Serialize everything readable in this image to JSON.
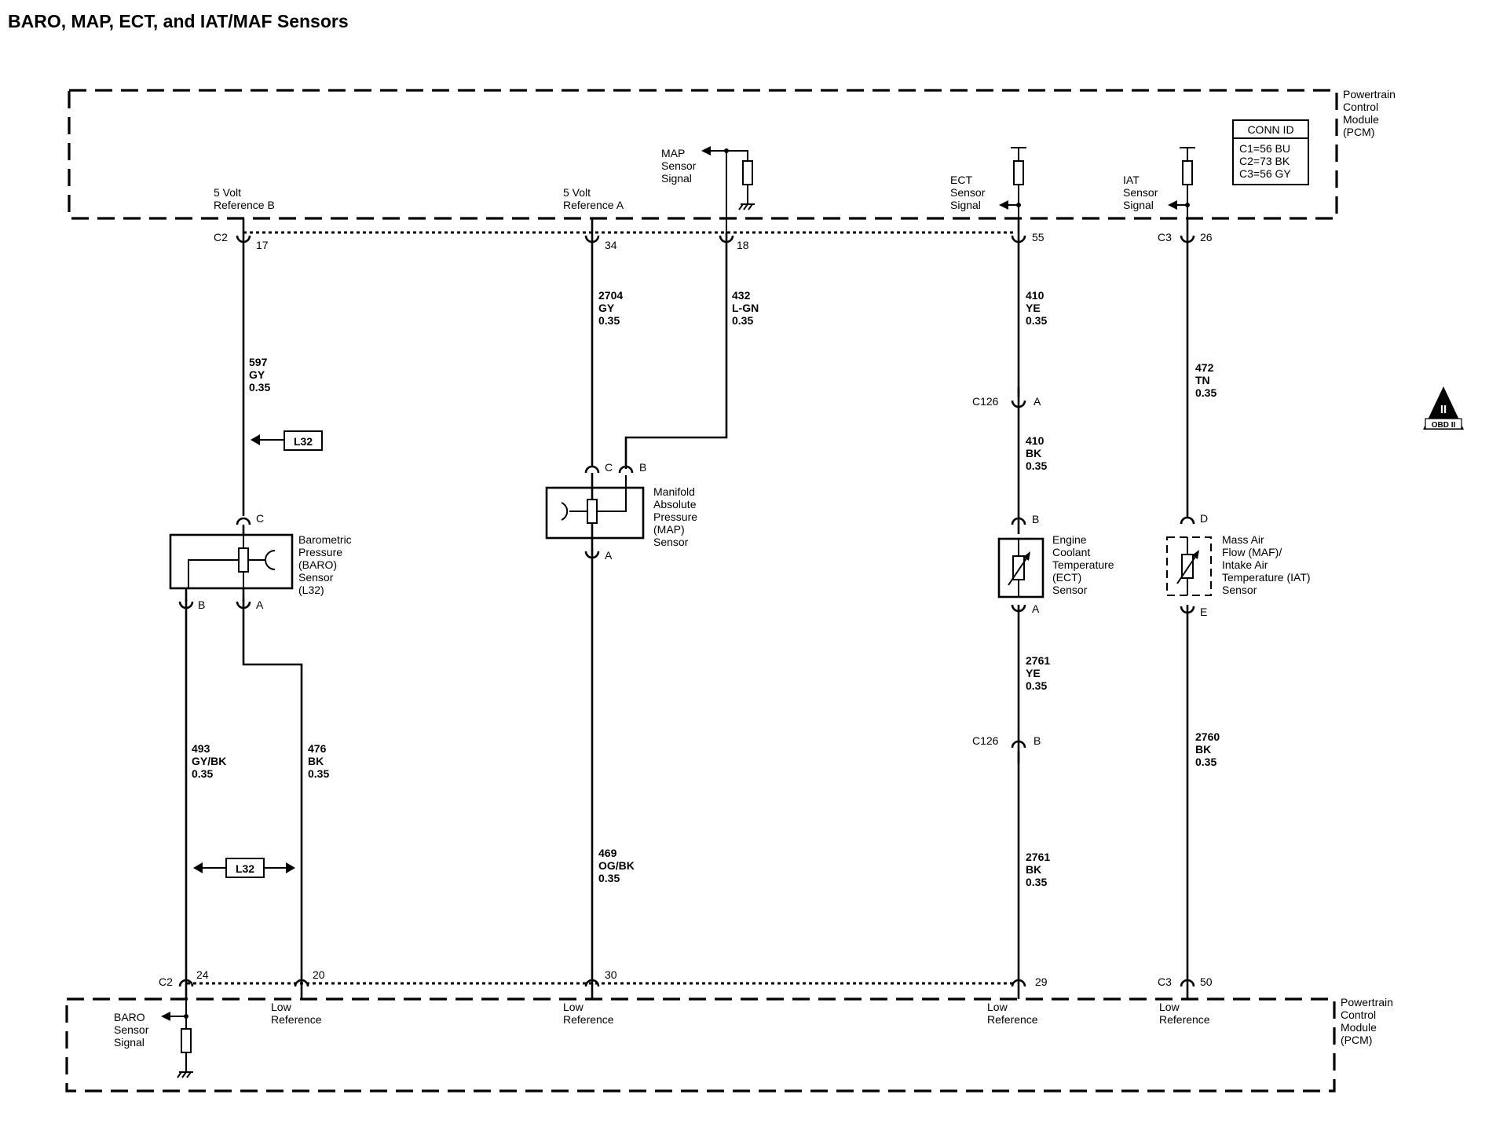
{
  "title": "BARO, MAP, ECT, and IAT/MAF Sensors",
  "pcm_label_top": [
    "Powertrain",
    "Control",
    "Module",
    "(PCM)"
  ],
  "pcm_label_bottom": [
    "Powertrain",
    "Control",
    "Module",
    "(PCM)"
  ],
  "conn_id": {
    "header": "CONN ID",
    "lines": [
      "C1=56 BU",
      "C2=73 BK",
      "C3=56 GY"
    ]
  },
  "pcm_signals": {
    "ref_b": [
      "5 Volt",
      "Reference B"
    ],
    "ref_a": [
      "5 Volt",
      "Reference A"
    ],
    "map": [
      "MAP",
      "Sensor",
      "Signal"
    ],
    "ect": [
      "ECT",
      "Sensor",
      "Signal"
    ],
    "iat": [
      "IAT",
      "Sensor",
      "Signal"
    ],
    "baro": [
      "BARO",
      "Sensor",
      "Signal"
    ],
    "low_ref": [
      "Low",
      "Reference"
    ]
  },
  "pins_top": {
    "c2": "C2",
    "p17": "17",
    "p34": "34",
    "p18": "18",
    "p55": "55",
    "c3": "C3",
    "p26": "26"
  },
  "pins_bottom": {
    "c2": "C2",
    "p24": "24",
    "p20": "20",
    "p30": "30",
    "p29": "29",
    "c3": "C3",
    "p50": "50"
  },
  "wires": {
    "w597": [
      "597",
      "GY",
      "0.35"
    ],
    "w2704": [
      "2704",
      "GY",
      "0.35"
    ],
    "w432": [
      "432",
      "L-GN",
      "0.35"
    ],
    "w410a": [
      "410",
      "YE",
      "0.35"
    ],
    "w410b": [
      "410",
      "BK",
      "0.35"
    ],
    "w472": [
      "472",
      "TN",
      "0.35"
    ],
    "w493": [
      "493",
      "GY/BK",
      "0.35"
    ],
    "w476": [
      "476",
      "BK",
      "0.35"
    ],
    "w469": [
      "469",
      "OG/BK",
      "0.35"
    ],
    "w2761a": [
      "2761",
      "YE",
      "0.35"
    ],
    "w2761b": [
      "2761",
      "BK",
      "0.35"
    ],
    "w2760": [
      "2760",
      "BK",
      "0.35"
    ]
  },
  "connectors": {
    "c126_a": [
      "C126",
      "A"
    ],
    "c126_b": [
      "C126",
      "B"
    ]
  },
  "components": {
    "baro": [
      "Barometric",
      "Pressure",
      "(BARO)",
      "Sensor",
      "(L32)"
    ],
    "map": [
      "Manifold",
      "Absolute",
      "Pressure",
      "(MAP)",
      "Sensor"
    ],
    "ect": [
      "Engine",
      "Coolant",
      "Temperature",
      "(ECT)",
      "Sensor"
    ],
    "maf": [
      "Mass Air",
      "Flow (MAF)/",
      "Intake Air",
      "Temperature (IAT)",
      "Sensor"
    ]
  },
  "sensor_pins": {
    "baro_c": "C",
    "baro_b": "B",
    "baro_a": "A",
    "map_c": "C",
    "map_b": "B",
    "map_a": "A",
    "ect_b": "B",
    "ect_a": "A",
    "maf_d": "D",
    "maf_e": "E"
  },
  "option_tags": {
    "l32_top": "L32",
    "l32_bottom": "L32"
  },
  "obd_badge": {
    "symbol": "II",
    "text": "OBD II"
  }
}
